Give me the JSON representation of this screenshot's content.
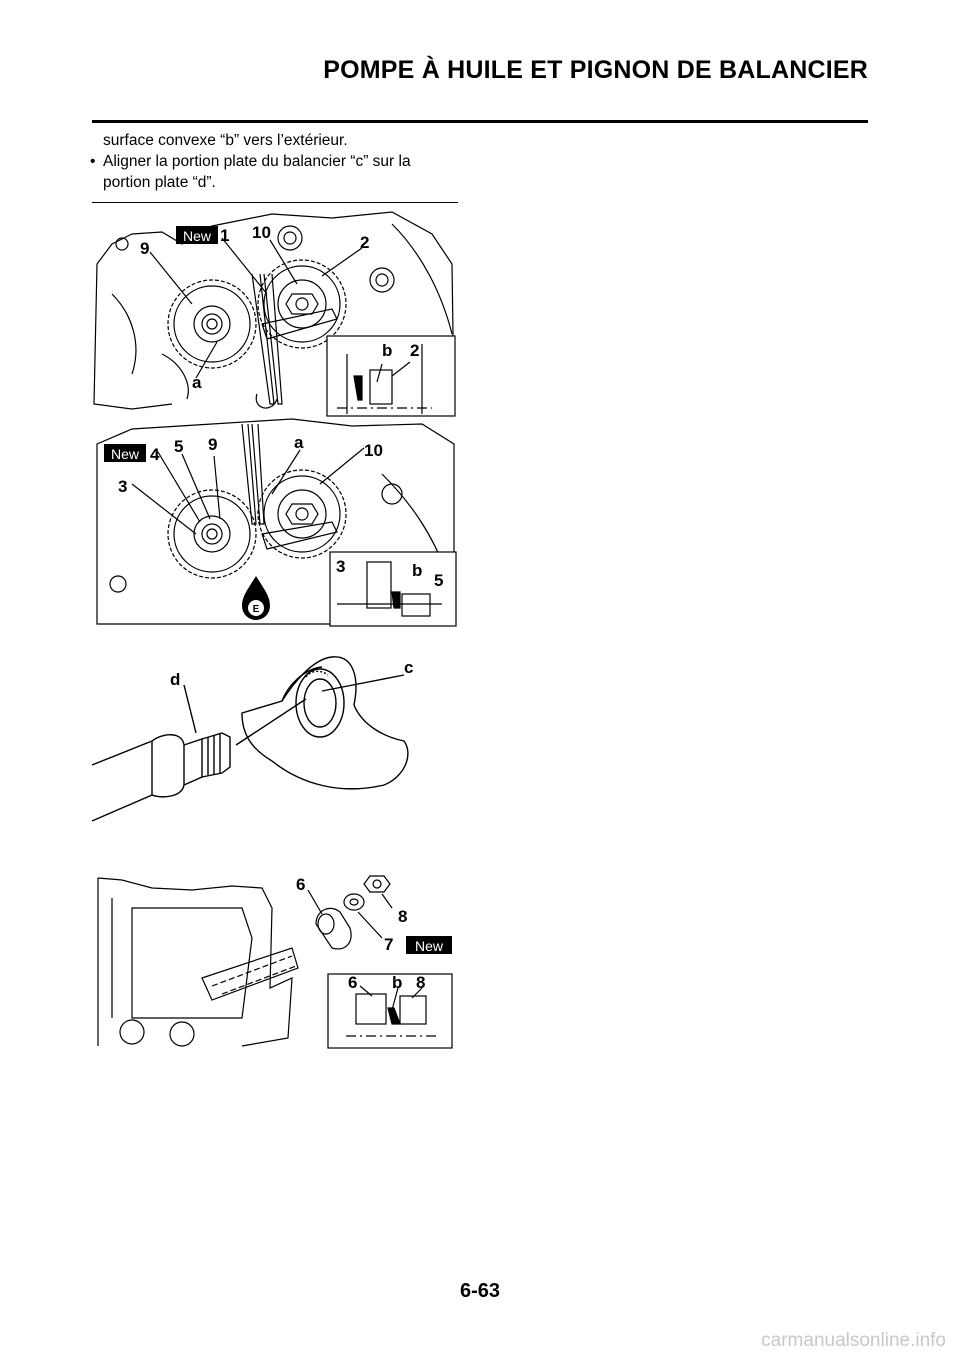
{
  "header": {
    "title": "POMPE À HUILE ET PIGNON DE BALANCIER"
  },
  "body": {
    "line1": "surface convexe “b” vers l’extérieur.",
    "bullet_mark": "•",
    "line2": "Aligner la portion plate du balancier “c” sur la",
    "line3": "portion plate “d”."
  },
  "figure1": {
    "labels": [
      "9",
      "1",
      "10",
      "2",
      "b",
      "2",
      "a",
      "5",
      "9",
      "a",
      "10",
      "4",
      "3",
      "3",
      "b",
      "5"
    ],
    "new_badges": [
      "New",
      "New"
    ],
    "oil_symbol": "E"
  },
  "figure2": {
    "labels": [
      "d",
      "c"
    ]
  },
  "figure3": {
    "labels": [
      "6",
      "8",
      "7",
      "6",
      "b",
      "8"
    ],
    "new_badge": "New"
  },
  "footer": {
    "page_number": "6-63",
    "watermark": "carmanualsonline.info"
  }
}
